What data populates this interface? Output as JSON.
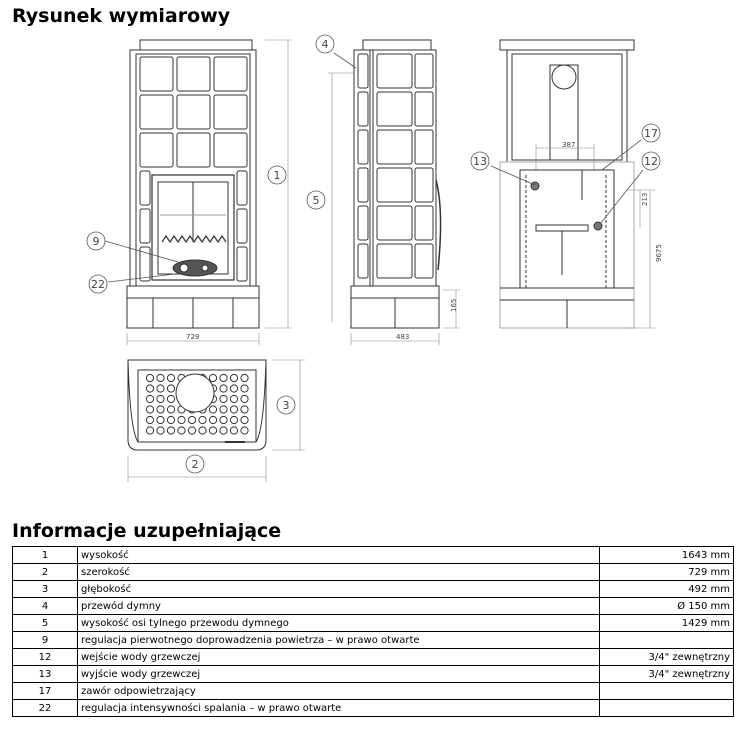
{
  "headings": {
    "drawing": "Rysunek wymiarowy",
    "info": "Informacje uzupełniające"
  },
  "drawing": {
    "dims": {
      "width": "729",
      "depth": "483",
      "base_height": "165",
      "pipe_spacing": "387",
      "right_height": "9675",
      "small": "213"
    },
    "callouts": [
      "1",
      "2",
      "3",
      "4",
      "5",
      "9",
      "12",
      "13",
      "17",
      "22"
    ]
  },
  "table": {
    "rows": [
      {
        "num": "1",
        "label": "wysokość",
        "value": "1643 mm"
      },
      {
        "num": "2",
        "label": "szerokość",
        "value": "729 mm"
      },
      {
        "num": "3",
        "label": "głębokość",
        "value": "492 mm"
      },
      {
        "num": "4",
        "label": "przewód dymny",
        "value": "Ø 150 mm"
      },
      {
        "num": "5",
        "label": "wysokość osi tylnego przewodu dymnego",
        "value": "1429 mm"
      },
      {
        "num": "9",
        "label": "regulacja pierwotnego doprowadzenia powietrza – w prawo otwarte",
        "value": ""
      },
      {
        "num": "12",
        "label": "wejście wody grzewczej",
        "value": "3/4\" zewnętrzny"
      },
      {
        "num": "13",
        "label": "wyjście wody grzewczej",
        "value": "3/4\" zewnętrzny"
      },
      {
        "num": "17",
        "label": "zawór odpowietrzający",
        "value": ""
      },
      {
        "num": "22",
        "label": "regulacja intensywności spalania – w prawo otwarte",
        "value": ""
      }
    ]
  }
}
